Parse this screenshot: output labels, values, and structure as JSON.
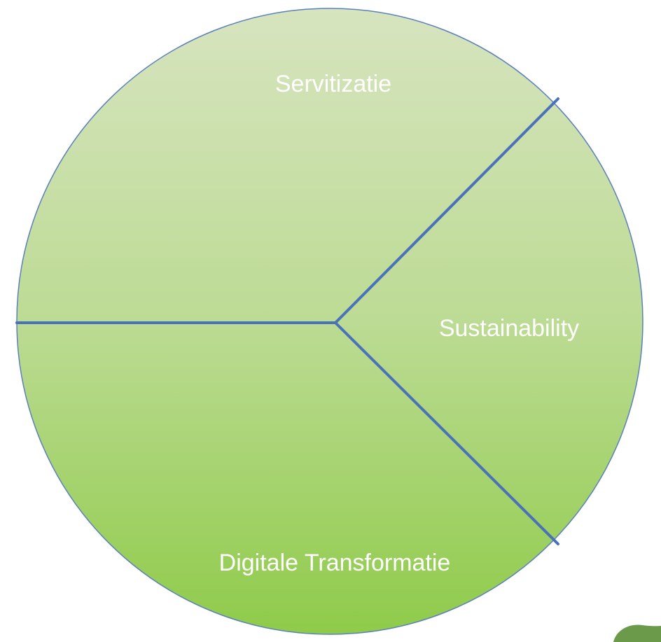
{
  "diagram": {
    "segments": [
      {
        "label": "Servitizatie"
      },
      {
        "label": "Sustainability"
      },
      {
        "label": "Digitale Transformatie"
      }
    ]
  },
  "colors": {
    "fill_top": "#d5e3bb",
    "fill_bottom": "#92cc50",
    "divider": "#4a72b8",
    "outline": "#5b80bd",
    "corner_shape": "#6a9a4a"
  }
}
